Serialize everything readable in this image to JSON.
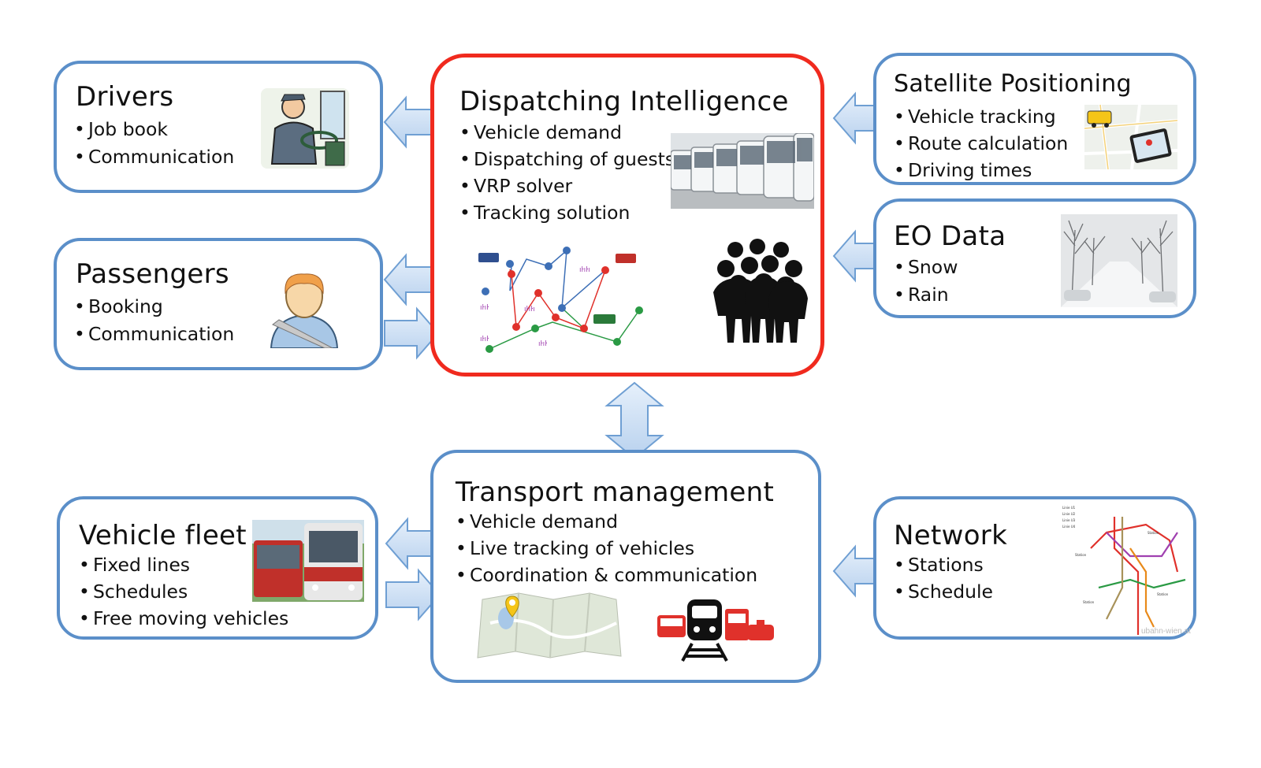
{
  "boxes": {
    "drivers": {
      "title": "Drivers",
      "items": [
        "Job book",
        "Communication"
      ]
    },
    "passengers": {
      "title": "Passengers",
      "items": [
        "Booking",
        "Communication"
      ]
    },
    "dispatching": {
      "title": "Dispatching Intelligence",
      "items": [
        "Vehicle demand",
        "Dispatching of guests",
        "VRP solver",
        "Tracking solution"
      ]
    },
    "satellite": {
      "title": "Satellite Positioning",
      "items": [
        "Vehicle tracking",
        "Route calculation",
        "Driving times"
      ]
    },
    "eo": {
      "title": "EO Data",
      "items": [
        "Snow",
        "Rain"
      ]
    },
    "transport": {
      "title": "Transport management",
      "items": [
        "Vehicle demand",
        "Live tracking of vehicles",
        "Coordination & communication"
      ]
    },
    "fleet": {
      "title": "Vehicle fleet",
      "items": [
        "Fixed lines",
        "Schedules",
        "Free moving vehicles"
      ]
    },
    "network": {
      "title": "Network",
      "items": [
        "Stations",
        "Schedule"
      ]
    }
  },
  "colors": {
    "box_border": "#5b8fc9",
    "central_border": "#f02a1e",
    "arrow_fill": "#c9ddf3",
    "arrow_stroke": "#6f9fd3"
  },
  "watermark": "ubahn-wien.at"
}
